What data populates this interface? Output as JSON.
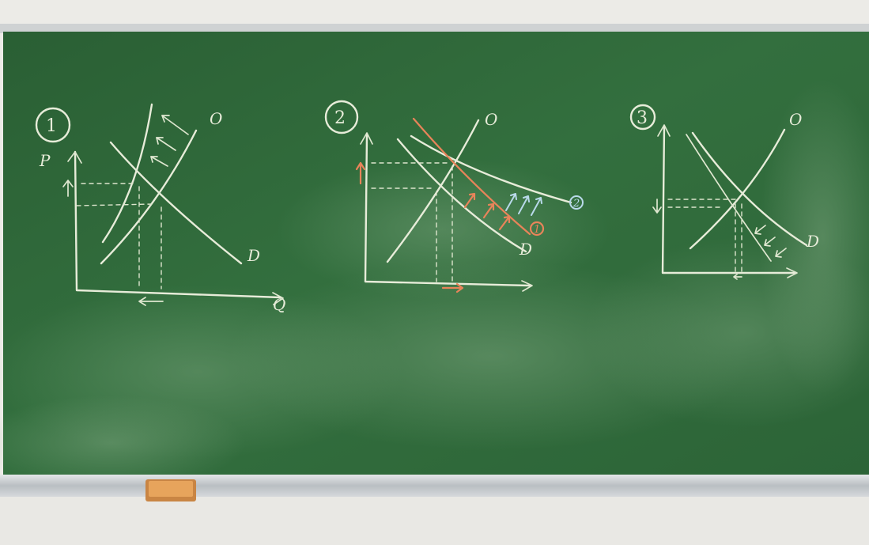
{
  "board": {
    "diagram1": {
      "number": "1",
      "supply_label": "O",
      "demand_label": "D",
      "y_label": "P",
      "x_label": "Q"
    },
    "diagram2": {
      "number": "2",
      "supply_label": "O",
      "demand_label": "D",
      "marker_orange": "1",
      "marker_blue": "2"
    },
    "diagram3": {
      "number": "3",
      "supply_label": "O",
      "demand_label": "D"
    }
  },
  "colors": {
    "board_green": "#2f6a3a",
    "chalk_white": "#e7ecd9",
    "chalk_orange": "#e8845a",
    "chalk_blue": "#b9d9ea",
    "frame_aluminum": "#c9cdd0",
    "wall": "#ecebe7",
    "eraser": "#e7a45c"
  }
}
